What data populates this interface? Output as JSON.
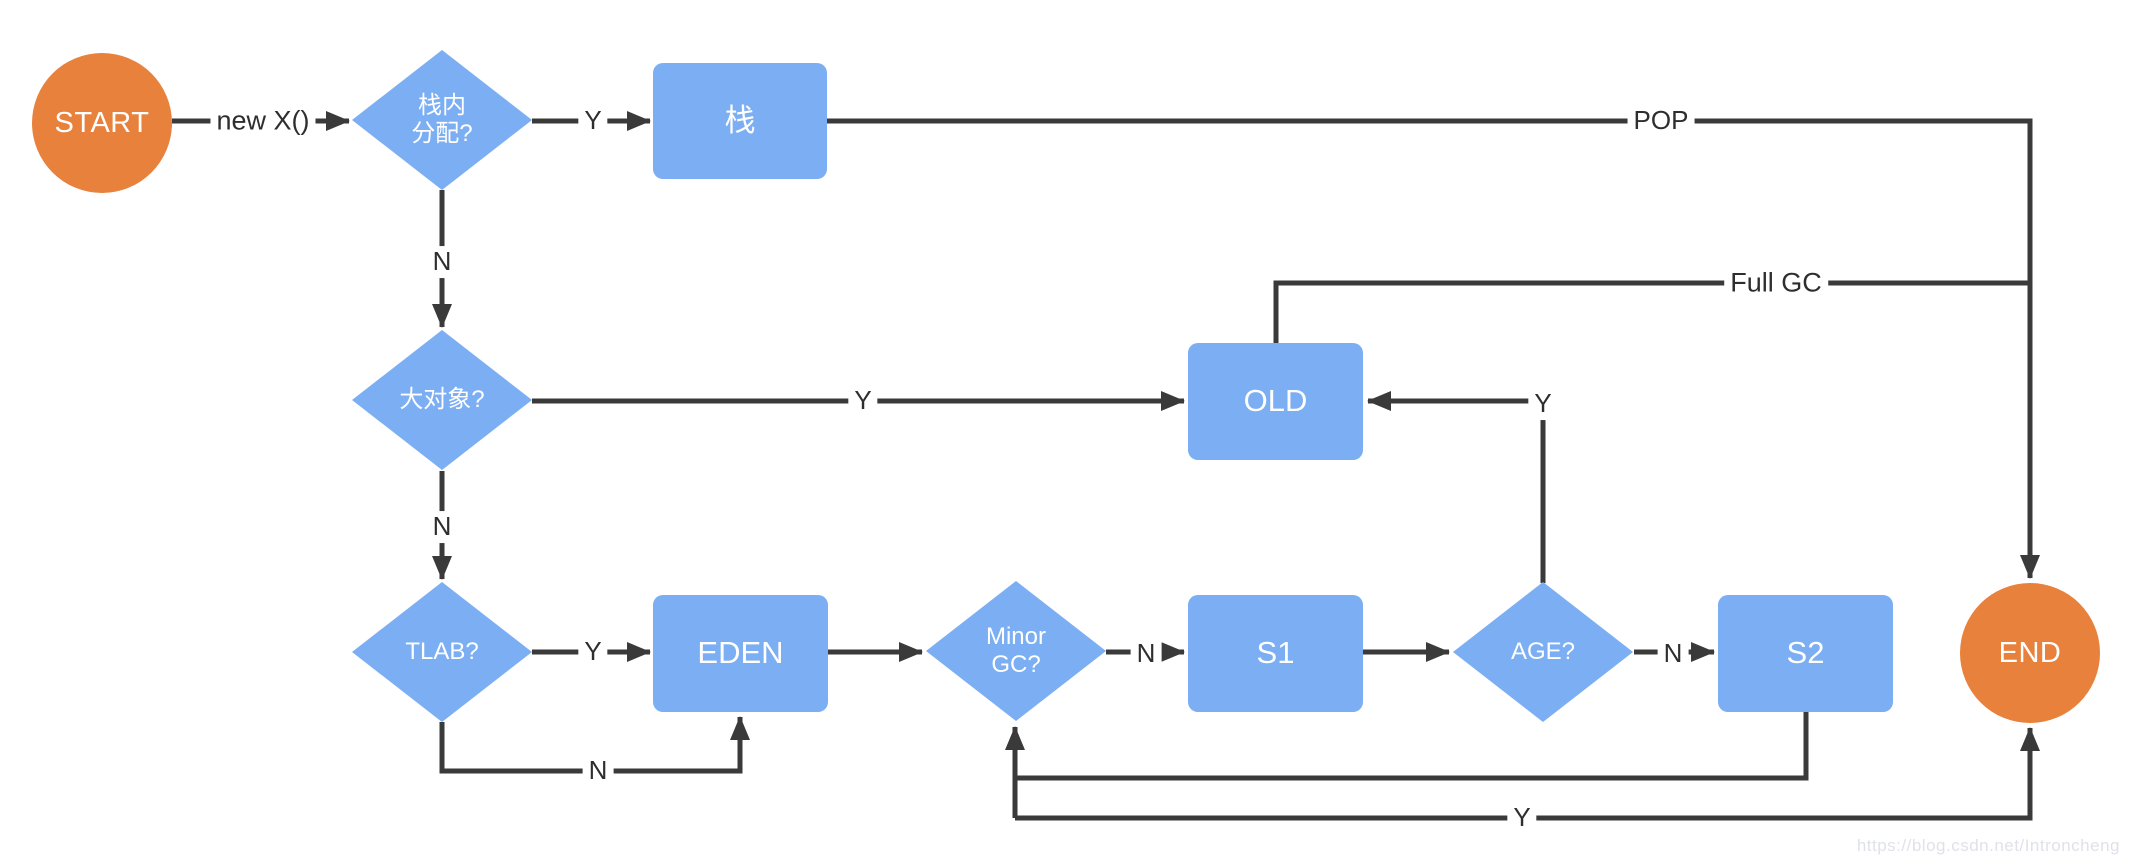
{
  "palette": {
    "node_blue": "#7BAEF2",
    "node_orange": "#E8813B",
    "line_color": "#3A3A3A",
    "edge_label_color": "#2E2E2E",
    "node_text_color": "#FFFFFF",
    "watermark_color": "#DFE2E8",
    "background": "#FFFFFF"
  },
  "nodes": {
    "start": {
      "label": "START"
    },
    "stack_alloc": {
      "line1": "栈内",
      "line2": "分配?"
    },
    "stack": {
      "label": "栈"
    },
    "big_object": {
      "label": "大对象?"
    },
    "old": {
      "label": "OLD"
    },
    "tlab": {
      "label": "TLAB?"
    },
    "eden": {
      "label": "EDEN"
    },
    "minor_gc": {
      "line1": "Minor",
      "line2": "GC?"
    },
    "s1": {
      "label": "S1"
    },
    "age": {
      "label": "AGE?"
    },
    "s2": {
      "label": "S2"
    },
    "end": {
      "label": "END"
    }
  },
  "edge_labels": {
    "new_x": "new X()",
    "stack_alloc_yes": "Y",
    "pop": "POP",
    "stack_alloc_no": "N",
    "big_object_yes": "Y",
    "big_object_no": "N",
    "full_gc": "Full GC",
    "tlab_yes": "Y",
    "tlab_no": "N",
    "minor_gc_no": "N",
    "age_no": "N",
    "age_yes": "Y",
    "minor_gc_yes": "Y"
  },
  "watermark": {
    "text": "https://blog.csdn.net/Introncheng"
  }
}
